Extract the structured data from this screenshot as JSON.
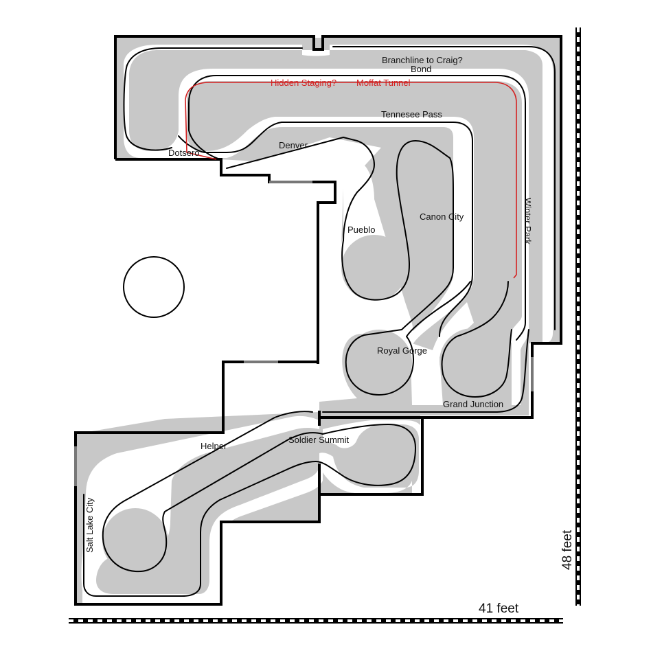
{
  "diagram": {
    "labels": {
      "branchline": "Branchline to Craig?",
      "bond": "Bond",
      "hidden_staging": "Hidden Staging?",
      "moffat_tunnel": "Moffat Tunnel",
      "tennessee_pass": "Tennesee Pass",
      "denver": "Denver",
      "dotsero": "Dotsero",
      "pueblo": "Pueblo",
      "canon_city": "Canon City",
      "winter_park": "Winter Park",
      "royal_gorge": "Royal Gorge",
      "grand_junction": "Grand Junction",
      "helper": "Helper",
      "soldier_summit": "Soldier Summit",
      "salt_lake_city": "Salt Lake City"
    },
    "dimensions": {
      "width": "41 feet",
      "height": "48 feet"
    },
    "colors": {
      "wall": "#000000",
      "benchwork": "#c8c8c8",
      "aisle": "#ffffff",
      "track": "#000000",
      "hidden_track": "#d42020",
      "door": "#777777"
    }
  }
}
